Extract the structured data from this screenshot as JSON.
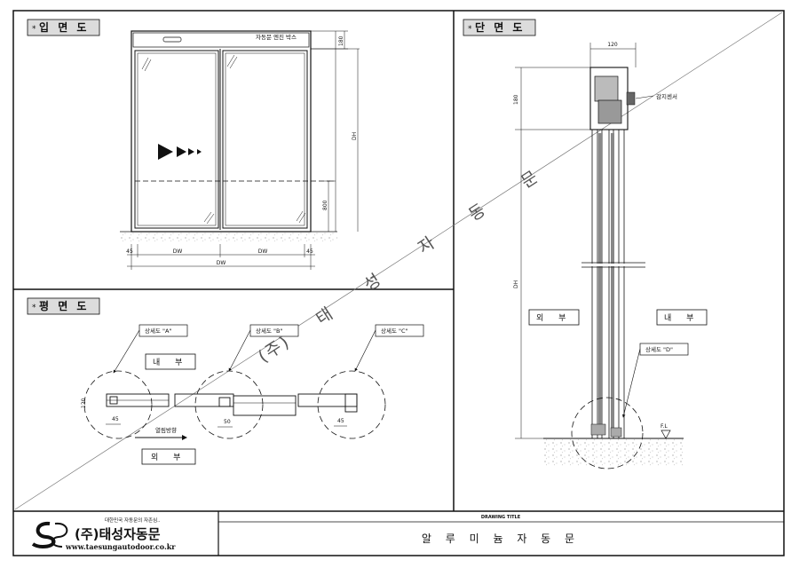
{
  "panels": {
    "elevation": {
      "title": "입 면 도",
      "header_label": "자동문 엔진 박스",
      "dims": {
        "top": "180",
        "height": "DH",
        "sensor": "800",
        "left": "45",
        "right": "45",
        "leaf_left": "DW",
        "leaf_right": "DW",
        "total": "DW"
      }
    },
    "plan": {
      "title": "평 면 도",
      "details": [
        "상세도 \"A\"",
        "상세도 \"B\"",
        "상세도 \"C\""
      ],
      "inside": "내 부",
      "outside": "외 부",
      "open_dir": "열림방향",
      "dims": {
        "d1": "45",
        "d2": "50",
        "d3": "45",
        "depth": "120"
      }
    },
    "section": {
      "title": "단 면 도",
      "dims": {
        "width": "120",
        "top": "180",
        "height": "DH"
      },
      "sensor": "감지센서",
      "outside": "외 부",
      "inside": "내 부",
      "detail": "상세도 \"D\"",
      "floor": "F.L"
    }
  },
  "watermark": [
    "(주)",
    "태",
    "성",
    "자",
    "동",
    "문"
  ],
  "footer": {
    "slogan": "대한민국 자동문의 자존심..",
    "company": "(주)태성자동문",
    "url": "www.taesungautodoor.co.kr",
    "drawing_title_label": "DRAWING TITLE",
    "drawing_title": "알 루 미 늄 자 동 문"
  }
}
